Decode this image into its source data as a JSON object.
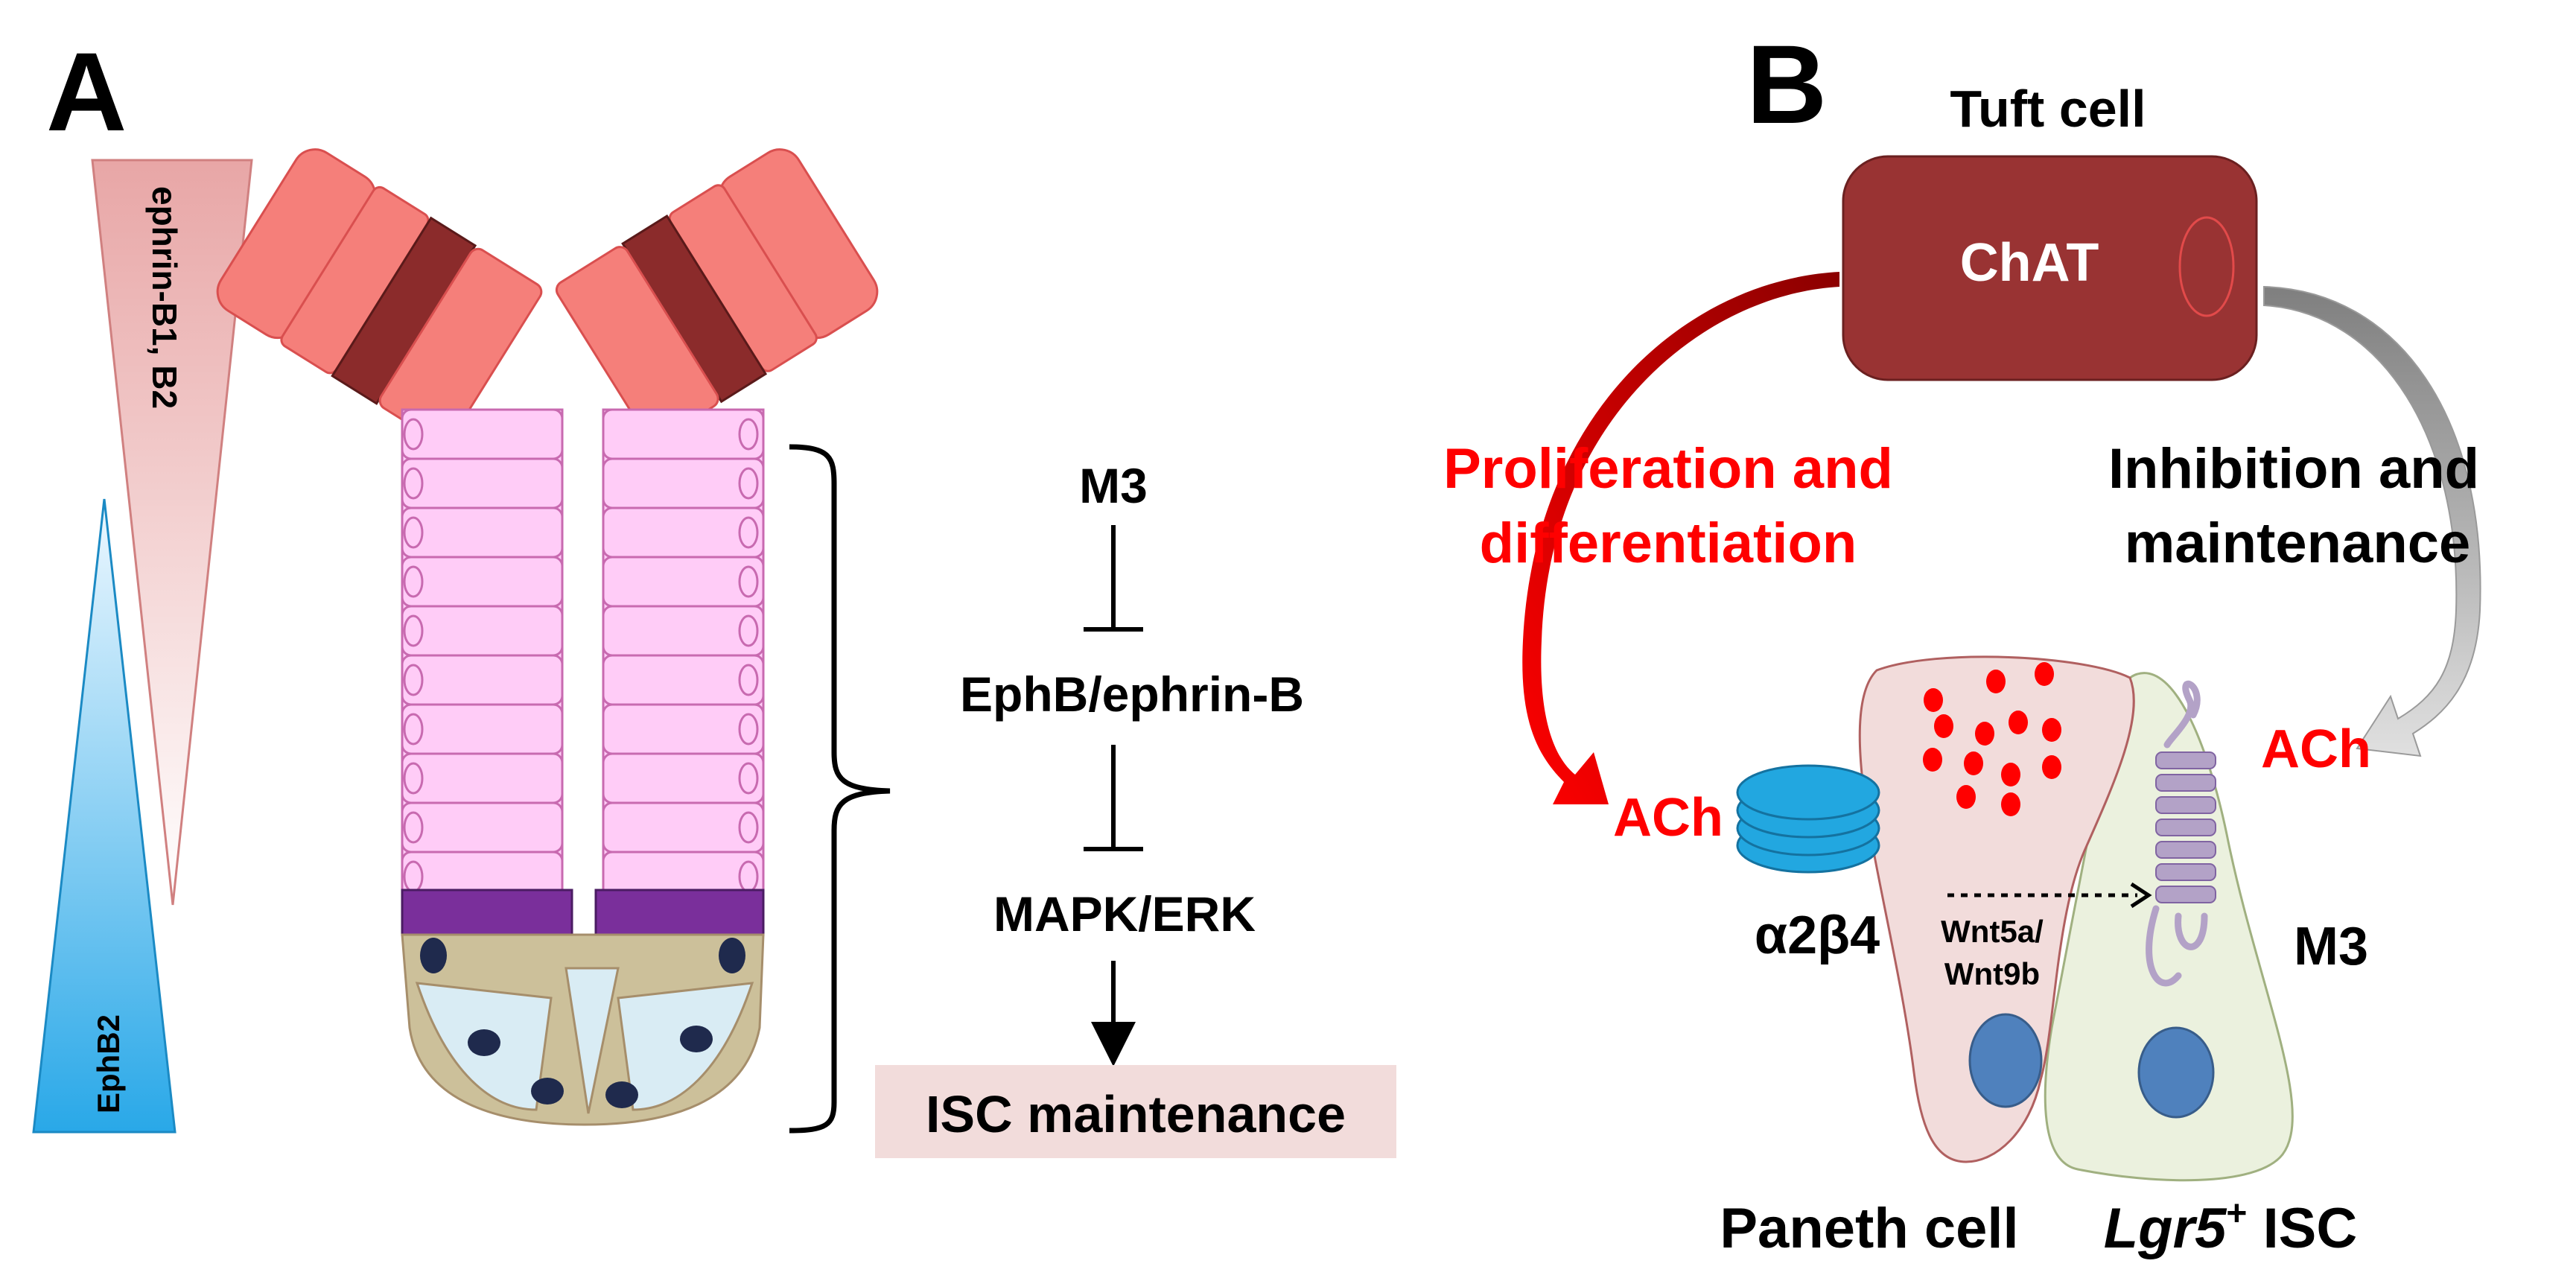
{
  "panel_a": {
    "letter": "A",
    "gradient_ephrin": "ephrin-B1, B2",
    "gradient_ephb2": "EphB2",
    "pathway": {
      "step1": "M3",
      "step2": "EphB/ephrin-B",
      "step3": "MAPK/ERK",
      "outcome": "ISC maintenance"
    }
  },
  "panel_b": {
    "letter": "B",
    "tuft_cell": "Tuft cell",
    "enzyme": "ChAT",
    "left_effect_line1": "Proliferation and",
    "left_effect_line2": "differentiation",
    "right_effect_line1": "Inhibition and",
    "right_effect_line2": "maintenance",
    "ach_left": "ACh",
    "ach_right": "ACh",
    "receptor_nicotinic": "α2β4",
    "wnt_line1": "Wnt5a/",
    "wnt_line2": "Wnt9b",
    "receptor_muscarinic": "M3",
    "paneth_cell": "Paneth cell",
    "isc_name": "Lgr5",
    "isc_sup": "+",
    "isc_suffix": " ISC"
  },
  "colors": {
    "red_text": "#ff0000",
    "tuft_cell": "#993333",
    "villus_cell": "#f57f7a",
    "transit_cell": "#ffccf7",
    "crypt_base": "#7a2f9b",
    "paneth_body": "#ccc09a",
    "stem_body": "#d9ecf4",
    "outcome_box": "#f2dcdb",
    "nicotinic": "#22a7e0",
    "muscarinic": "#b3a2c7",
    "nucleus": "#4f81bd"
  }
}
